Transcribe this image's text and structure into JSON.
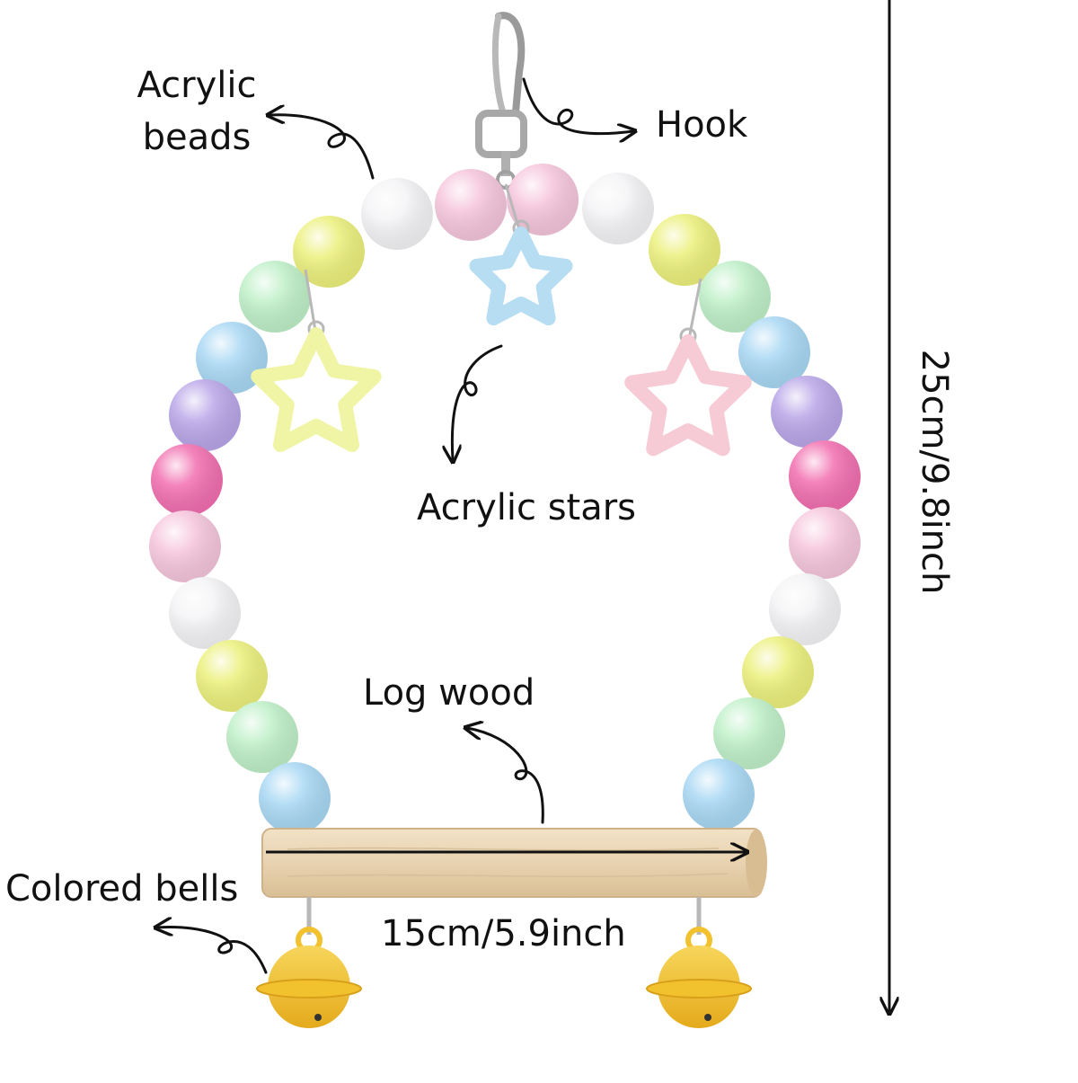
{
  "labels": {
    "acrylic_beads_line1": "Acrylic",
    "acrylic_beads_line2": "beads",
    "hook": "Hook",
    "acrylic_stars": "Acrylic stars",
    "log_wood": "Log wood",
    "colored_bells": "Colored bells",
    "width_dimension": "15cm/5.9inch",
    "height_dimension": "25cm/9.8inch"
  },
  "colors": {
    "text": "#111111",
    "wood": "#e8d2b0",
    "bell": "#f2c12e",
    "metal": "#b8b8b8",
    "bead_pink": "#f6c6dc",
    "bead_white": "#f4f4f6",
    "bead_yellow": "#ecf07c",
    "bead_green": "#bff0c8",
    "bead_blue": "#a9d8f4",
    "bead_purple": "#b9a6e8",
    "bead_magenta": "#f26fb0",
    "star_yellow": "#f0f5a6",
    "star_blue": "#b6ddf2",
    "star_pink": "#f6cbd6"
  }
}
